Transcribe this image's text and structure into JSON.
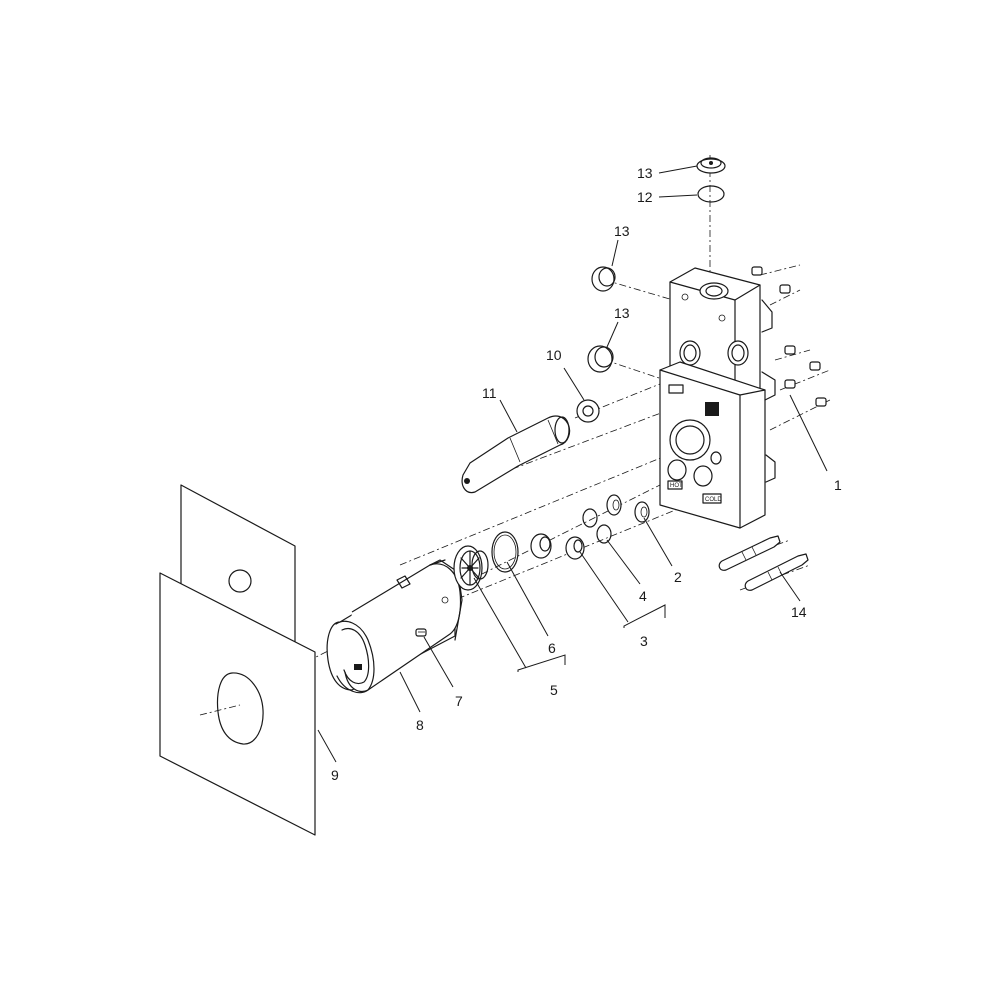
{
  "callouts": {
    "c1": "1",
    "c2": "2",
    "c3": "3",
    "c4": "4",
    "c5": "5",
    "c6": "6",
    "c7": "7",
    "c8": "8",
    "c9": "9",
    "c10": "10",
    "c11": "11",
    "c12": "12",
    "c13a": "13",
    "c13b": "13",
    "c13c": "13",
    "c14": "14"
  },
  "body_markings": {
    "hot": "HOT",
    "cold": "COLD"
  }
}
